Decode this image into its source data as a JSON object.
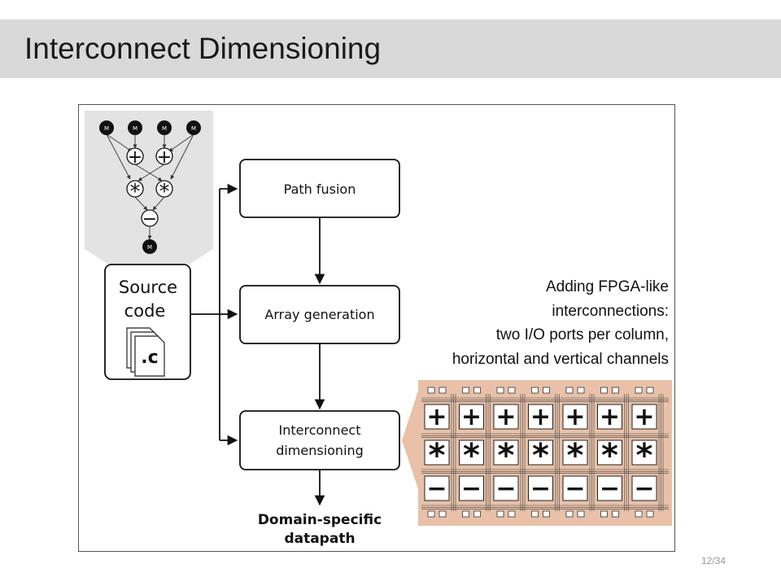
{
  "slide": {
    "title": "Interconnect Dimensioning",
    "page_number": "12/34"
  },
  "flow": {
    "source": {
      "line1": "Source",
      "line2": "code",
      "file_ext": ".c"
    },
    "steps": [
      {
        "line1": "Path fusion",
        "line2": ""
      },
      {
        "line1": "Array generation",
        "line2": ""
      },
      {
        "line1": "Interconnect",
        "line2": "dimensioning"
      }
    ],
    "output": {
      "line1": "Domain-specific",
      "line2": "datapath"
    }
  },
  "dfg": {
    "memory_label": "M",
    "ops": {
      "add": "+",
      "mul": "*",
      "sub": "−"
    }
  },
  "note": {
    "lines": [
      "Adding  FPGA-like",
      "interconnections:",
      "two I/O ports per column,",
      "horizontal and vertical channels"
    ]
  },
  "array": {
    "columns": 7,
    "rows": [
      "+",
      "*",
      "−"
    ],
    "background": "#e8c1a8"
  }
}
